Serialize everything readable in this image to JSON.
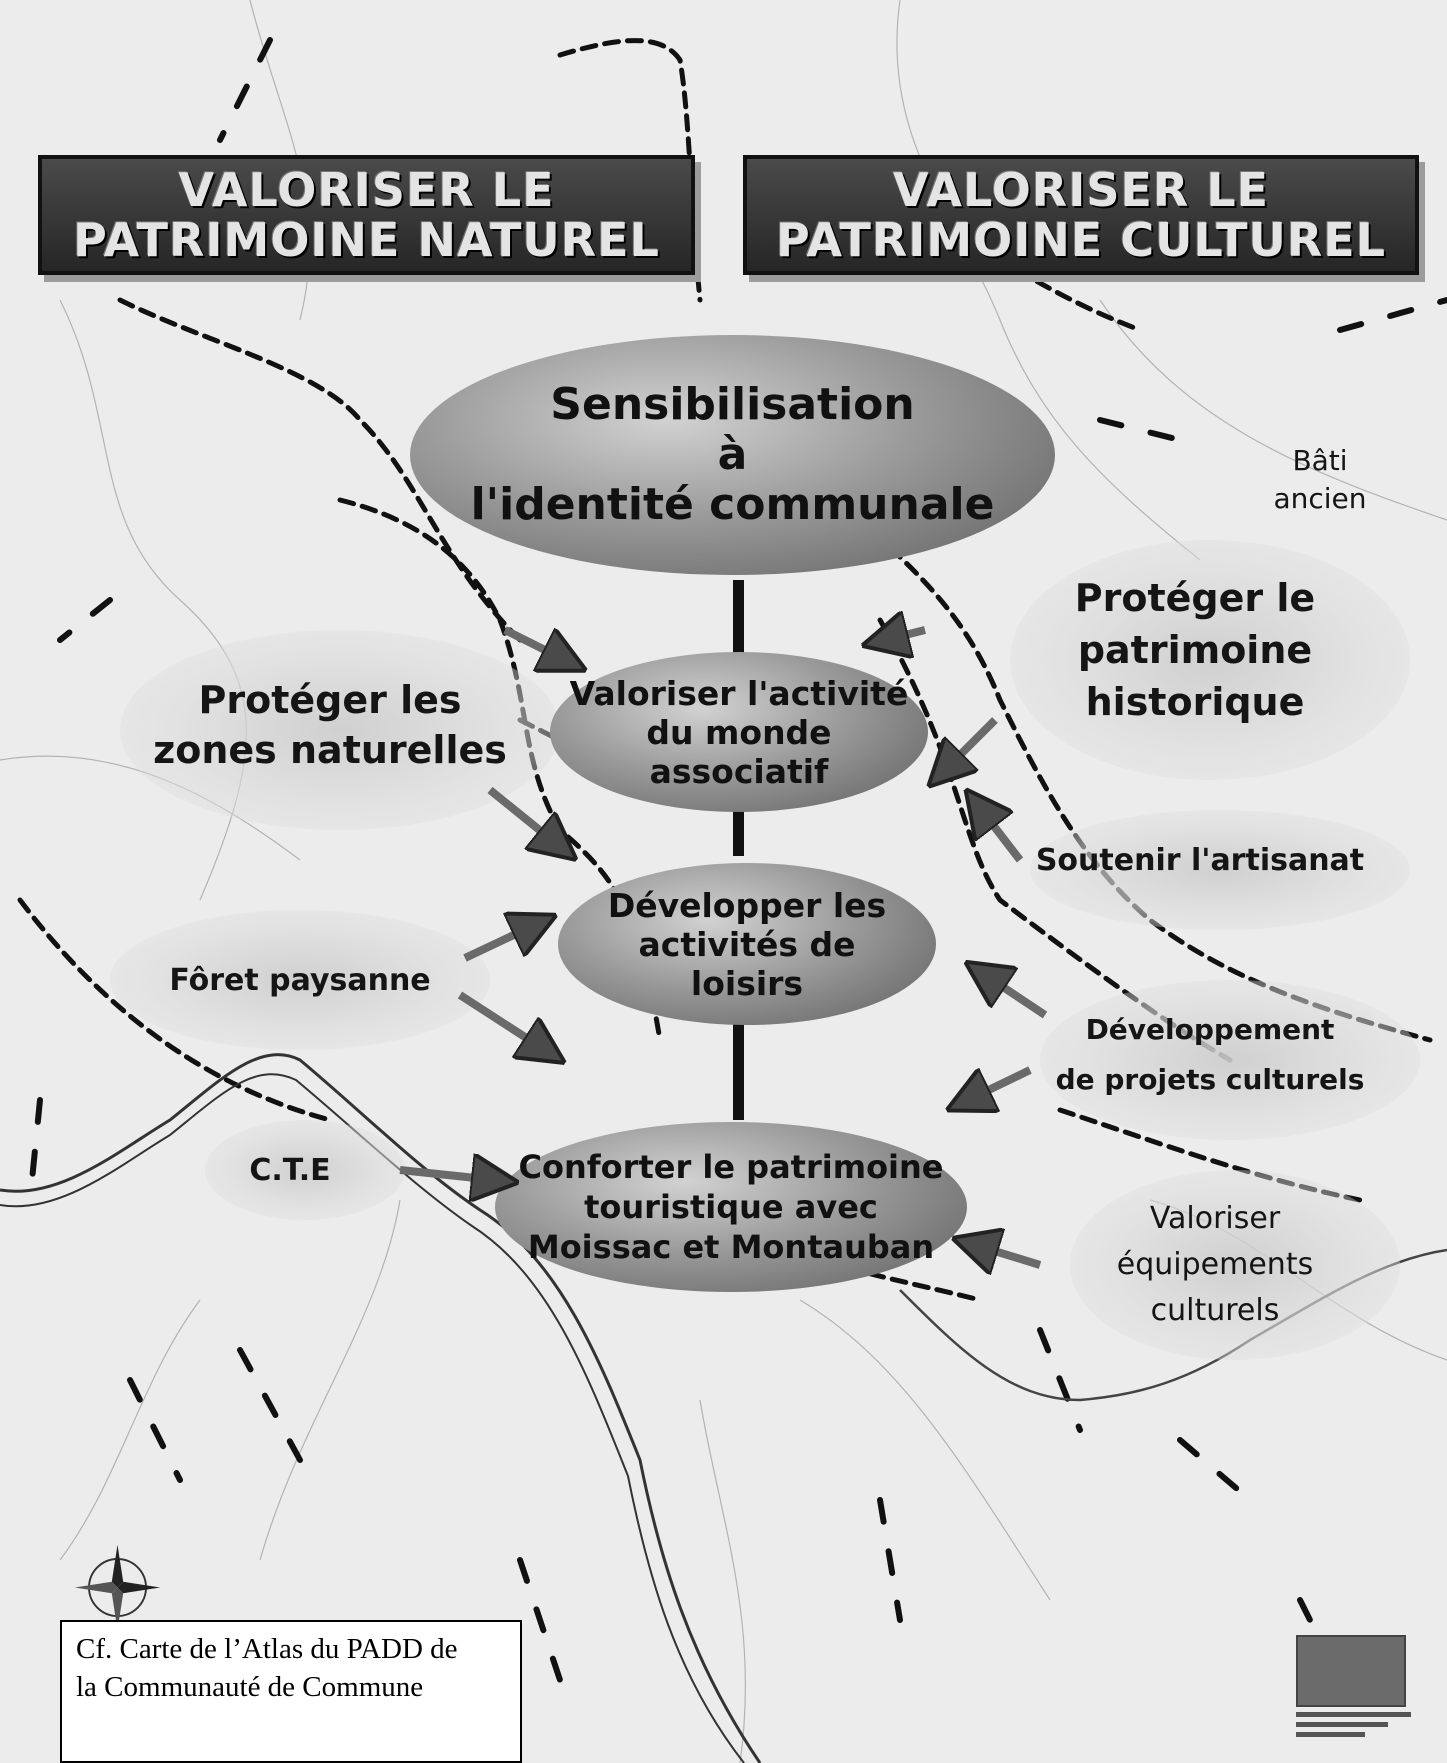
{
  "banners": {
    "natural": [
      "VALORISER LE",
      "PATRIMOINE NATUREL"
    ],
    "cultural": [
      "VALORISER LE",
      "PATRIMOINE CULTUREL"
    ]
  },
  "center": {
    "sensibilisation": [
      "Sensibilisation",
      "à",
      "l'identité communale"
    ],
    "valoriser_activite": [
      "Valoriser l'activité",
      "du monde",
      "associatif"
    ],
    "developper_loisirs": [
      "Développer les",
      "activités de",
      "loisirs"
    ],
    "conforter": [
      "Conforter le patrimoine",
      "touristique avec",
      "Moissac et Montauban"
    ]
  },
  "left": {
    "zones_naturelles": [
      "Protéger les",
      "zones naturelles"
    ],
    "foret": "Fôret paysanne",
    "cte": "C.T.E"
  },
  "right": {
    "bati": [
      "Bâti",
      "ancien"
    ],
    "patrimoine_historique": [
      "Protéger le",
      "patrimoine",
      "historique"
    ],
    "artisanat": "Soutenir l'artisanat",
    "projets_culturels": [
      "Développement",
      "de projets culturels"
    ],
    "equipements": [
      "Valoriser",
      "équipements",
      "culturels"
    ]
  },
  "caption": [
    "Cf. Carte de l’Atlas du PADD de",
    "la Communauté de Commune"
  ],
  "colors": {
    "ellipse_dark": "#5c5c5c",
    "banner": "#2e2e2e",
    "arrow": "#5a5a5a",
    "map_line": "#111111"
  }
}
